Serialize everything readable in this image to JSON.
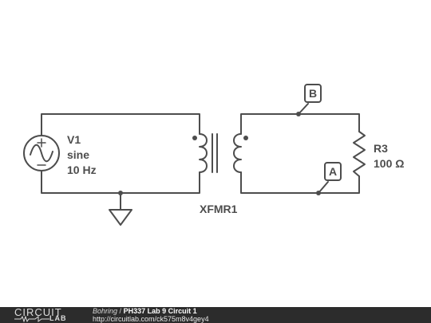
{
  "schematic": {
    "source": {
      "name": "V1",
      "type": "sine",
      "freq": "10 Hz"
    },
    "transformer": {
      "name": "XFMR1"
    },
    "resistor": {
      "name": "R3",
      "value": "100 Ω"
    },
    "probes": {
      "a": "A",
      "b": "B"
    }
  },
  "footer": {
    "logo_top": "CIRCUIT",
    "logo_bottom": "LAB",
    "author": "Bohring",
    "separator": "/",
    "title": "PH337 Lab 9 Circuit 1",
    "url": "http://circuitlab.com/ck575m8v4gey4"
  }
}
